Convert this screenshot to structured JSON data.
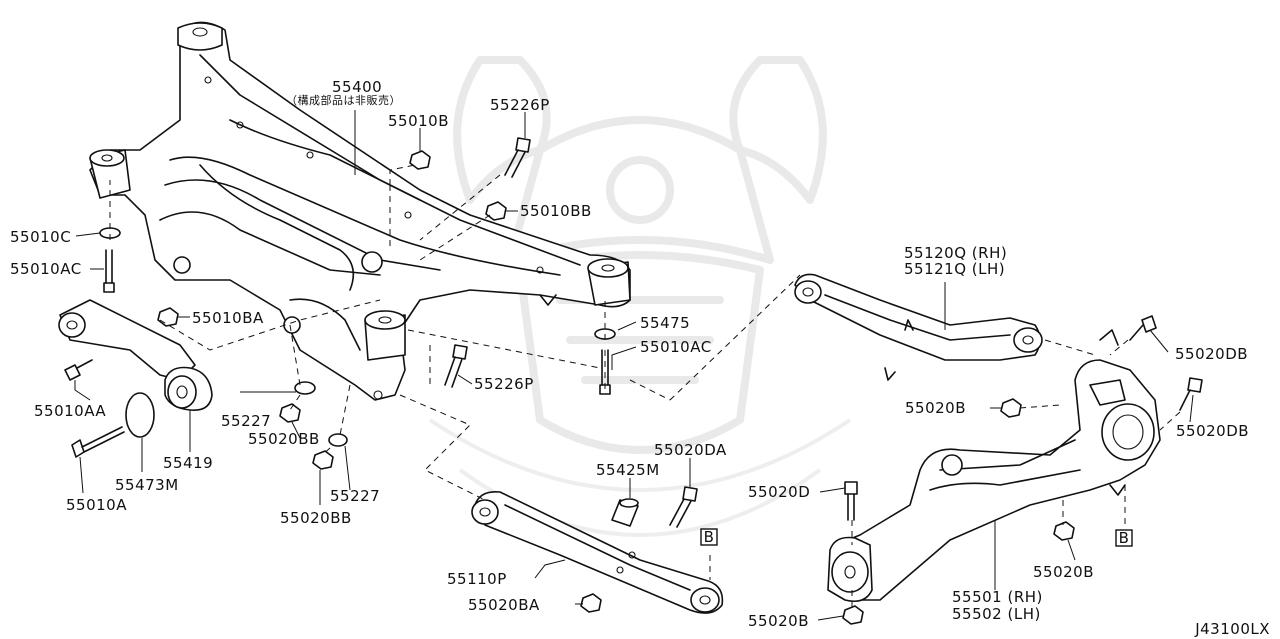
{
  "diagram_code": "J43100LX",
  "reference_marker": "B",
  "parts": {
    "p55400": "55400",
    "p55400_note": "（構成部品は非販売）",
    "p55010B": "55010B",
    "p55226P_top": "55226P",
    "p55010BB": "55010BB",
    "p55010C": "55010C",
    "p55010AC_left": "55010AC",
    "p55010BA": "55010BA",
    "p55475": "55475",
    "p55010AC_right": "55010AC",
    "p55226P_mid": "55226P",
    "p55010AA": "55010AA",
    "p55227_top": "55227",
    "p55020BB_top": "55020BB",
    "p55419": "55419",
    "p55473M": "55473M",
    "p55010A": "55010A",
    "p55227_bottom": "55227",
    "p55020BB_bottom": "55020BB",
    "p55425M": "55425M",
    "p55020DA": "55020DA",
    "p55110P": "55110P",
    "p55020BA": "55020BA",
    "p55120Q": "55120Q (RH)",
    "p55121Q": "55121Q (LH)",
    "p55020DB_top": "55020DB",
    "p55020B_top": "55020B",
    "p55020DB_right": "55020DB",
    "p55020D": "55020D",
    "p55020B_mid": "55020B",
    "p55501": "55501 (RH)",
    "p55502": "55502 (LH)",
    "p55020B_bottom": "55020B"
  }
}
